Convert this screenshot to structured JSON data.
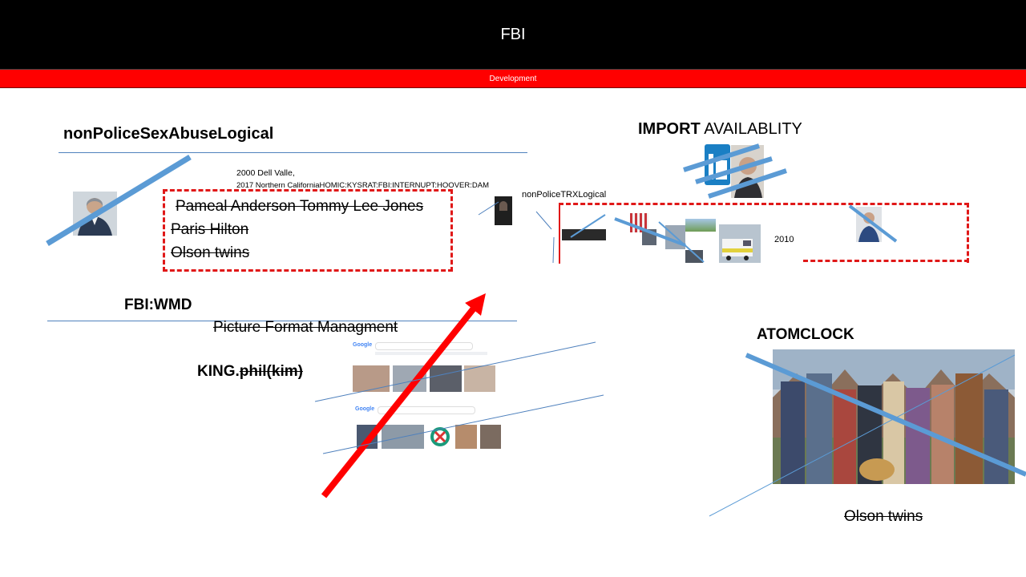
{
  "header": {
    "title": "FBI",
    "subtitle": "Development"
  },
  "left_section": {
    "heading": "nonPoliceSexAbuseLogical",
    "note_line1": "2000 Dell Valle,",
    "note_line2": "2017 Northern CaliforniaHOMIC:KYSRAT:FBI:INTERNUPT:HOOVER:DAM",
    "names": [
      "Pameal Anderson Tommy Lee Jones",
      "Paris Hilton",
      "Olson twins"
    ]
  },
  "middle_section": {
    "heading": "FBI:WMD",
    "picture_format": "Picture Format Managment",
    "king_label": "KING.",
    "king_struck": "phil(kim)",
    "search_brand": "Google"
  },
  "right_top": {
    "heading_bold": "IMPORT",
    "heading_rest": " AVAILABLITY",
    "trx_label": "nonPoliceTRXLogical",
    "year": "2010"
  },
  "right_bottom": {
    "heading": "ATOMCLOCK",
    "caption": "Olson twins"
  },
  "colors": {
    "accent_blue": "#5b9bd5",
    "alert_red": "#ff0000",
    "dash_red": "#e01818",
    "header_black": "#000000"
  }
}
